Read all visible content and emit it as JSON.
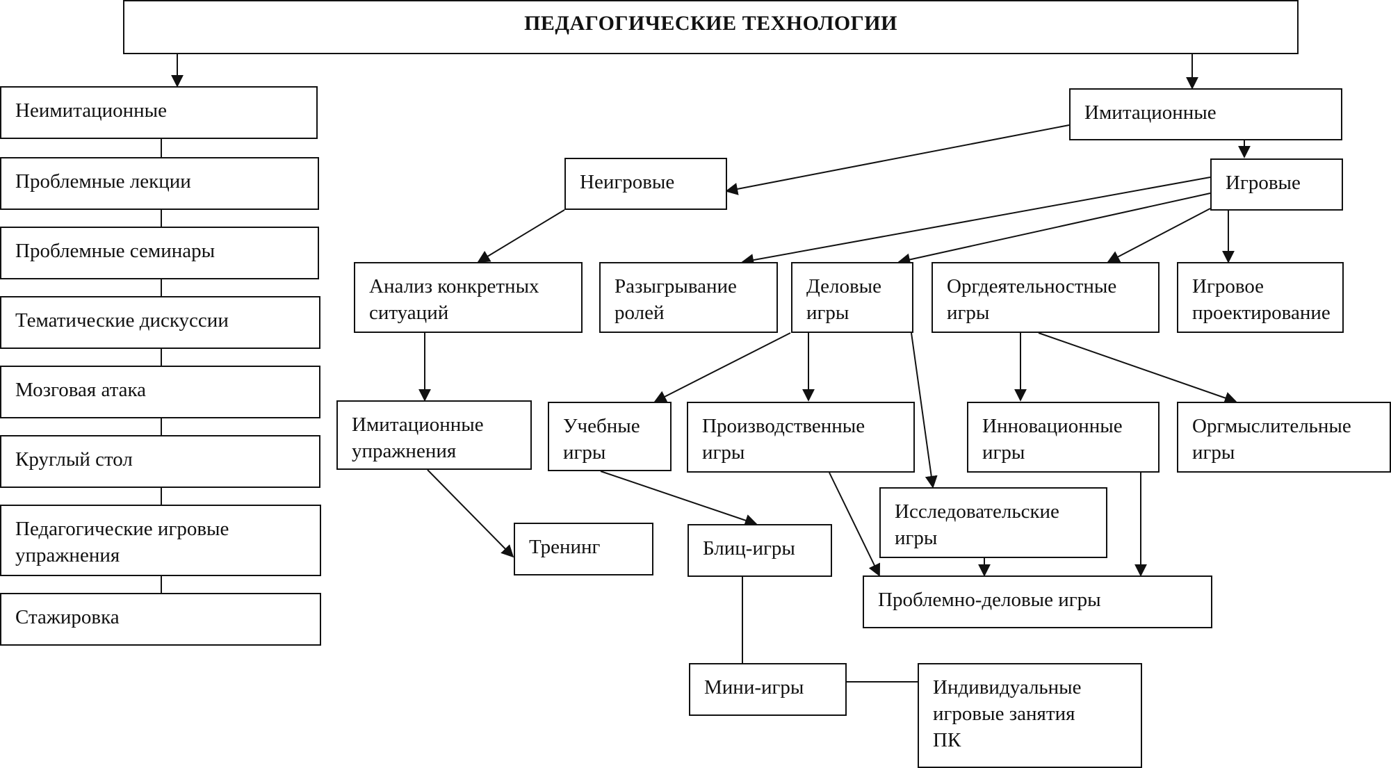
{
  "title": "ПЕДАГОГИЧЕСКИЕ ТЕХНОЛОГИИ",
  "left_column": [
    "Неимитационные",
    "Проблемные лекции",
    "Проблемные семинары",
    "Тематические дискуссии",
    "Мозговая атака",
    "Круглый стол",
    "Педагогические игровые\nупражнения",
    "Стажировка"
  ],
  "nodes": {
    "imitational": "Имитационные",
    "non_game": "Неигровые",
    "game": "Игровые",
    "case_analysis": "Анализ конкретных\nситуаций",
    "role_play": "Разыгрывание\nролей",
    "business_games": "Деловые\nигры",
    "org_activity_games": "Оргдеятельностные\nигры",
    "game_design": "Игровое\nпроектирование",
    "imitation_exercises": "Имитационные\nупражнения",
    "training_games": "Учебные\nигры",
    "production_games": "Производственные\nигры",
    "innovation_games": "Инновационные\nигры",
    "org_thinking_games": "Оргмыслительные\nигры",
    "training": "Тренинг",
    "blitz_games": "Блиц-игры",
    "research_games": "Исследовательские\nигры",
    "problem_business_games": "Проблемно-деловые игры",
    "mini_games": "Мини-игры",
    "individual_sessions": "Индивидуальные\nигровые занятия\nПК"
  }
}
